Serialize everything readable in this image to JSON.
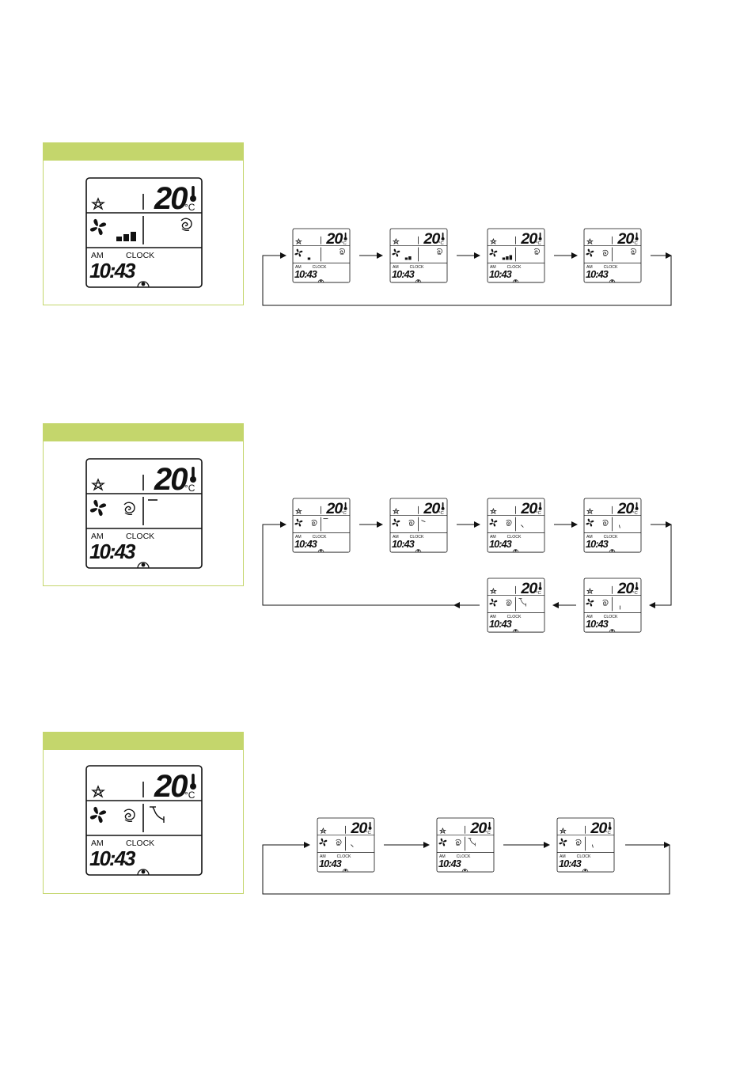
{
  "lcd": {
    "temperature": "20",
    "unit": "°C",
    "am": "AM",
    "clock_label": "CLOCK",
    "time": "10:43"
  },
  "sections": [
    {
      "id": "fan-speed",
      "states": [
        "speed-1",
        "speed-2",
        "speed-3",
        "auto"
      ],
      "big_state": "speed-3"
    },
    {
      "id": "louver-swing",
      "states": [
        "pos-1",
        "pos-2",
        "pos-3",
        "pos-4",
        "pos-5",
        "swing"
      ],
      "big_state": "pos-1"
    },
    {
      "id": "louver-auto",
      "states": [
        "pos-a",
        "swing",
        "pos-b"
      ],
      "big_state": "swing"
    }
  ],
  "colors": {
    "accent": "#c4d66c",
    "ink": "#111111"
  }
}
